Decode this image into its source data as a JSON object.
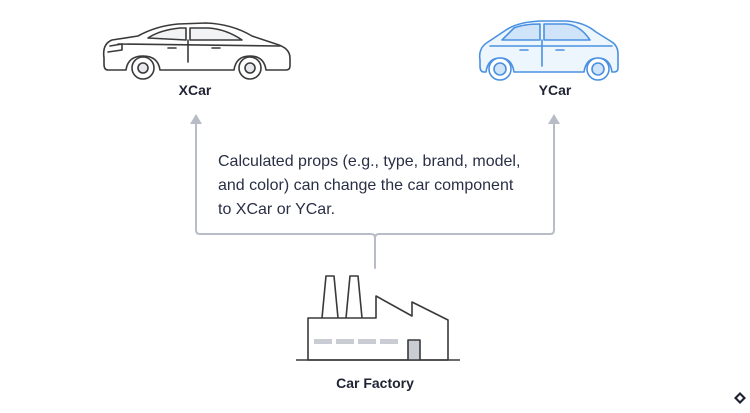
{
  "nodes": {
    "xcar": {
      "label": "XCar",
      "color": "#3a3a3a"
    },
    "ycar": {
      "label": "YCar",
      "color": "#4a90e2"
    },
    "factory": {
      "label": "Car Factory",
      "color": "#3a3a3a"
    }
  },
  "description": {
    "lines": [
      "Calculated props (e.g., type, brand, model,",
      "and color) can change the car component",
      "to XCar or YCar."
    ]
  },
  "icons": {
    "xcar": "sedan-car-icon",
    "ycar": "hatchback-car-icon",
    "factory": "factory-icon",
    "brand": "toptal-logo-icon"
  },
  "colors": {
    "connector": "#b8bcc6",
    "ycar_fill": "#ddeefb",
    "ycar_stroke": "#4a90e2",
    "factory_bar": "#c9cdd3"
  }
}
